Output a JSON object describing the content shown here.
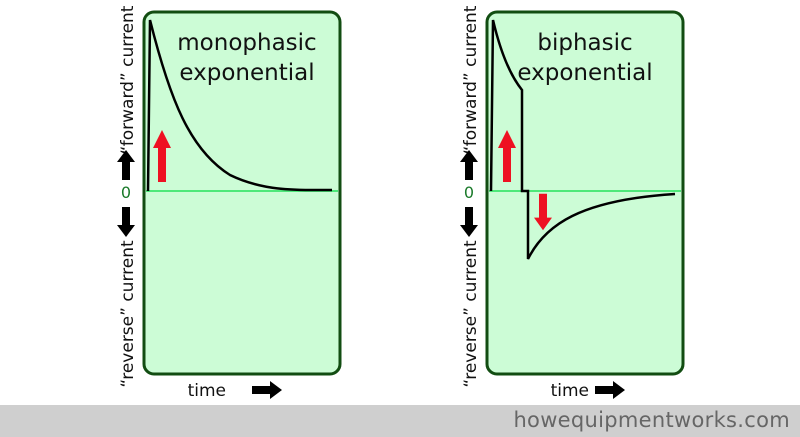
{
  "panels": [
    {
      "title_line1": "monophasic",
      "title_line2": "exponential"
    },
    {
      "title_line1": "biphasic",
      "title_line2": "exponential"
    }
  ],
  "axis": {
    "forward_label": "“forward” current",
    "reverse_label": "“reverse” current",
    "zero_label": "0",
    "time_label": "time"
  },
  "colors": {
    "panel_fill": "#ccfcd6",
    "panel_border": "#124d12",
    "zero_line": "#4ee87a",
    "arrow": "#ee1122"
  },
  "footer": {
    "site": "howequipmentworks.com"
  }
}
